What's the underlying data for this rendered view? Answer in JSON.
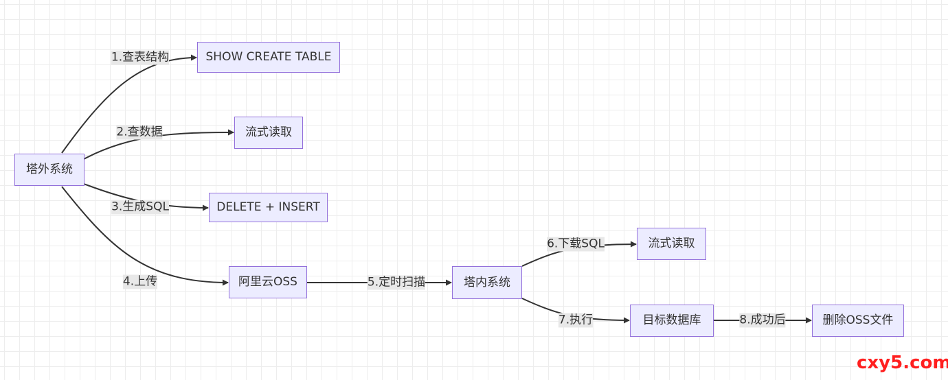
{
  "diagram": {
    "nodes": {
      "outer_system": "塔外系统",
      "show_create_table": "SHOW CREATE TABLE",
      "stream_read_1": "流式读取",
      "delete_insert": "DELETE + INSERT",
      "aliyun_oss": "阿里云OSS",
      "inner_system": "塔内系统",
      "stream_read_2": "流式读取",
      "target_db": "目标数据库",
      "delete_oss_file": "删除OSS文件"
    },
    "edges": {
      "e1": "1.查表结构",
      "e2": "2.查数据",
      "e3": "3.生成SQL",
      "e4": "4.上传",
      "e5": "5.定时扫描",
      "e6": "6.下载SQL",
      "e7": "7.执行",
      "e8": "8.成功后"
    },
    "colors": {
      "node_fill": "#ECECFF",
      "node_border": "#9370DB",
      "edge_stroke": "#333333",
      "label_background": "#e8e8e8"
    }
  },
  "watermark": "cxy5.com"
}
